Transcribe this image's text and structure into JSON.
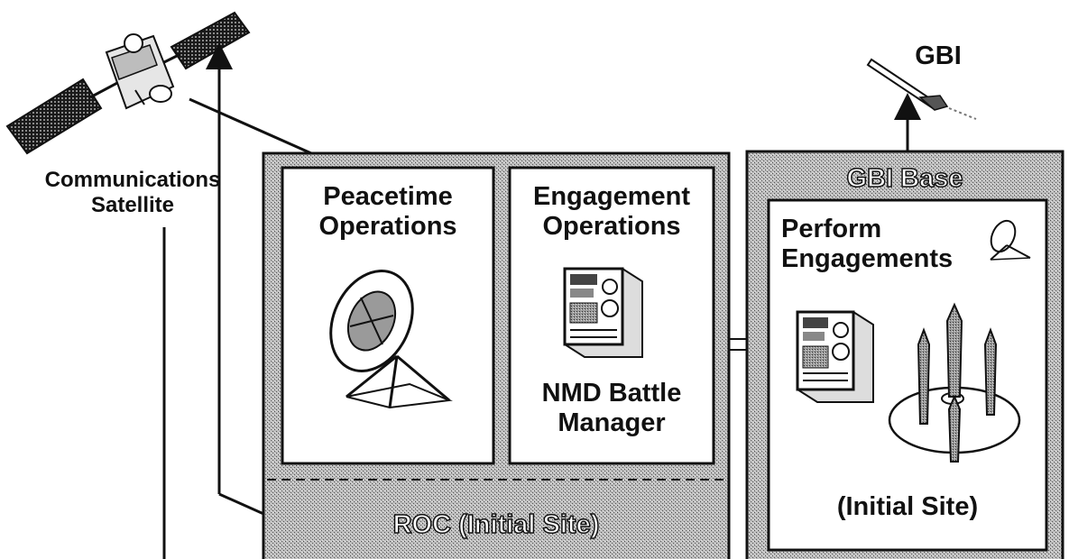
{
  "satellite": {
    "label_line1": "Communications",
    "label_line2": "Satellite"
  },
  "gbi": {
    "label": "GBI"
  },
  "roc": {
    "panel_left": {
      "line1": "Peacetime",
      "line2": "Operations"
    },
    "panel_right": {
      "line1": "Engagement",
      "line2": "Operations"
    },
    "battle_manager": {
      "line1": "NMD Battle",
      "line2": "Manager"
    },
    "footer_label": "ROC (Initial Site)"
  },
  "gbi_base": {
    "header_label": "GBI Base",
    "panel_title_line1": "Perform",
    "panel_title_line2": "Engagements",
    "site_label": "(Initial Site)"
  },
  "colors": {
    "line": "#111111",
    "stipple": "#9a9a9a",
    "panel_fill": "#ffffff"
  }
}
